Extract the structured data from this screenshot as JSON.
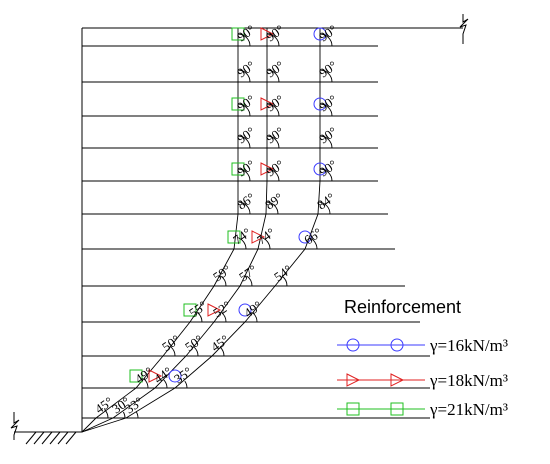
{
  "angle_unit": "°",
  "legend": {
    "title": "Reinforcement",
    "items": [
      {
        "label": "γ=16kN/m³",
        "marker": "circle",
        "color": "#3b3bff"
      },
      {
        "label": "γ=18kN/m³",
        "marker": "triangle",
        "color": "#e02020"
      },
      {
        "label": "γ=21kN/m³",
        "marker": "square",
        "color": "#1fbf1f"
      }
    ]
  },
  "curves": [
    {
      "name": "γ=21kN/m³",
      "color": "#1fbf1f",
      "angles": [
        45,
        49,
        50,
        55,
        59,
        74,
        86,
        90,
        90,
        90,
        90,
        90
      ]
    },
    {
      "name": "γ=18kN/m³",
      "color": "#e02020",
      "angles": [
        30,
        44,
        50,
        52,
        57,
        74,
        89,
        90,
        90,
        90,
        90,
        90
      ]
    },
    {
      "name": "γ=16kN/m³",
      "color": "#3b3bff",
      "angles": [
        33,
        35,
        45,
        49,
        54,
        66,
        84,
        90,
        90,
        90,
        90,
        90
      ]
    }
  ]
}
